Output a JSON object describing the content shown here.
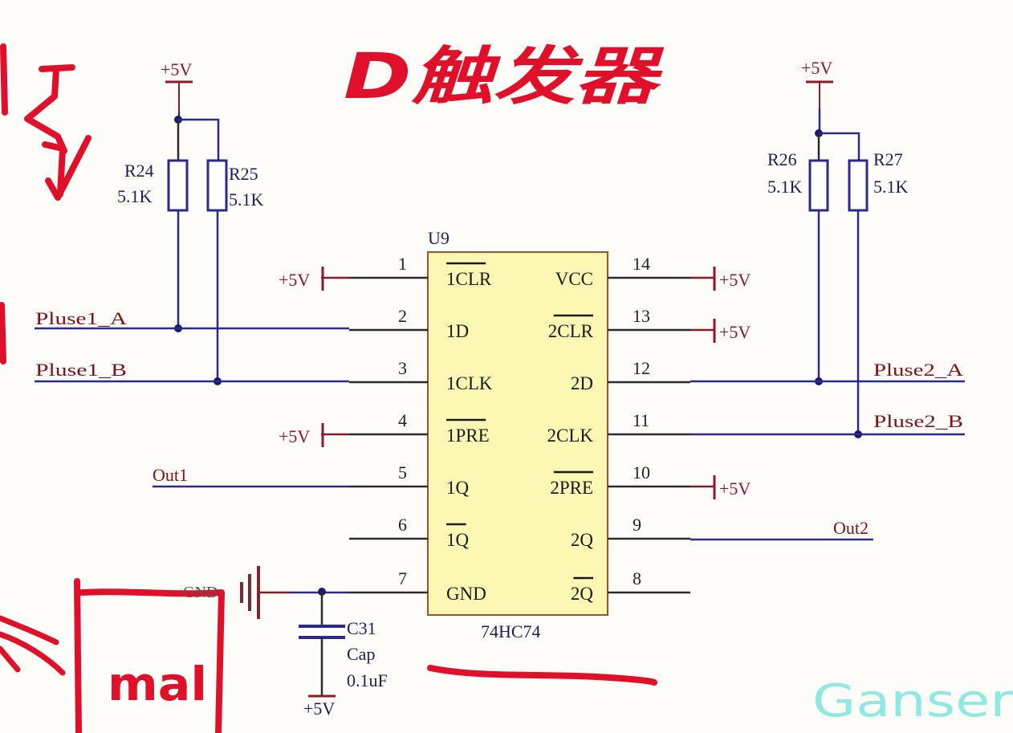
{
  "title_annotation": "D触发器",
  "colors": {
    "wire_blue": "#2a2a8c",
    "wire_black": "#2b2b2b",
    "power_red": "#8a1a2a",
    "net_label_red": "#7a1418",
    "chip_fill": "#fbf8b4",
    "chip_border": "#a0522d",
    "pen_red": "#e0102a",
    "watermark": "#8ee9e0"
  },
  "power_labels": {
    "vcc": "+5V",
    "gnd": "GND"
  },
  "resistors": [
    {
      "ref": "R24",
      "value": "5.1K"
    },
    {
      "ref": "R25",
      "value": "5.1K"
    },
    {
      "ref": "R26",
      "value": "5.1K"
    },
    {
      "ref": "R27",
      "value": "5.1K"
    }
  ],
  "capacitor": {
    "ref": "C31",
    "type": "Cap",
    "value": "0.1uF"
  },
  "chip": {
    "ref": "U9",
    "part": "74HC74",
    "left_pins": [
      {
        "num": "1",
        "name": "1CLR",
        "overbar": true
      },
      {
        "num": "2",
        "name": "1D",
        "overbar": false
      },
      {
        "num": "3",
        "name": "1CLK",
        "overbar": false
      },
      {
        "num": "4",
        "name": "1PRE",
        "overbar": true
      },
      {
        "num": "5",
        "name": "1Q",
        "overbar": false
      },
      {
        "num": "6",
        "name": "1Q",
        "overbar": true
      },
      {
        "num": "7",
        "name": "GND",
        "overbar": false
      }
    ],
    "right_pins": [
      {
        "num": "14",
        "name": "VCC",
        "overbar": false
      },
      {
        "num": "13",
        "name": "2CLR",
        "overbar": true
      },
      {
        "num": "12",
        "name": "2D",
        "overbar": false
      },
      {
        "num": "11",
        "name": "2CLK",
        "overbar": false
      },
      {
        "num": "10",
        "name": "2PRE",
        "overbar": true
      },
      {
        "num": "9",
        "name": "2Q",
        "overbar": false
      },
      {
        "num": "8",
        "name": "2Q",
        "overbar": true
      }
    ]
  },
  "net_labels": {
    "pluse1_a": "Pluse1_A",
    "pluse1_b": "Pluse1_B",
    "pluse2_a": "Pluse2_A",
    "pluse2_b": "Pluse2_B",
    "out1": "Out1",
    "out2": "Out2"
  },
  "annotations": {
    "boxed_text": "mal",
    "watermark": "Ganser"
  }
}
